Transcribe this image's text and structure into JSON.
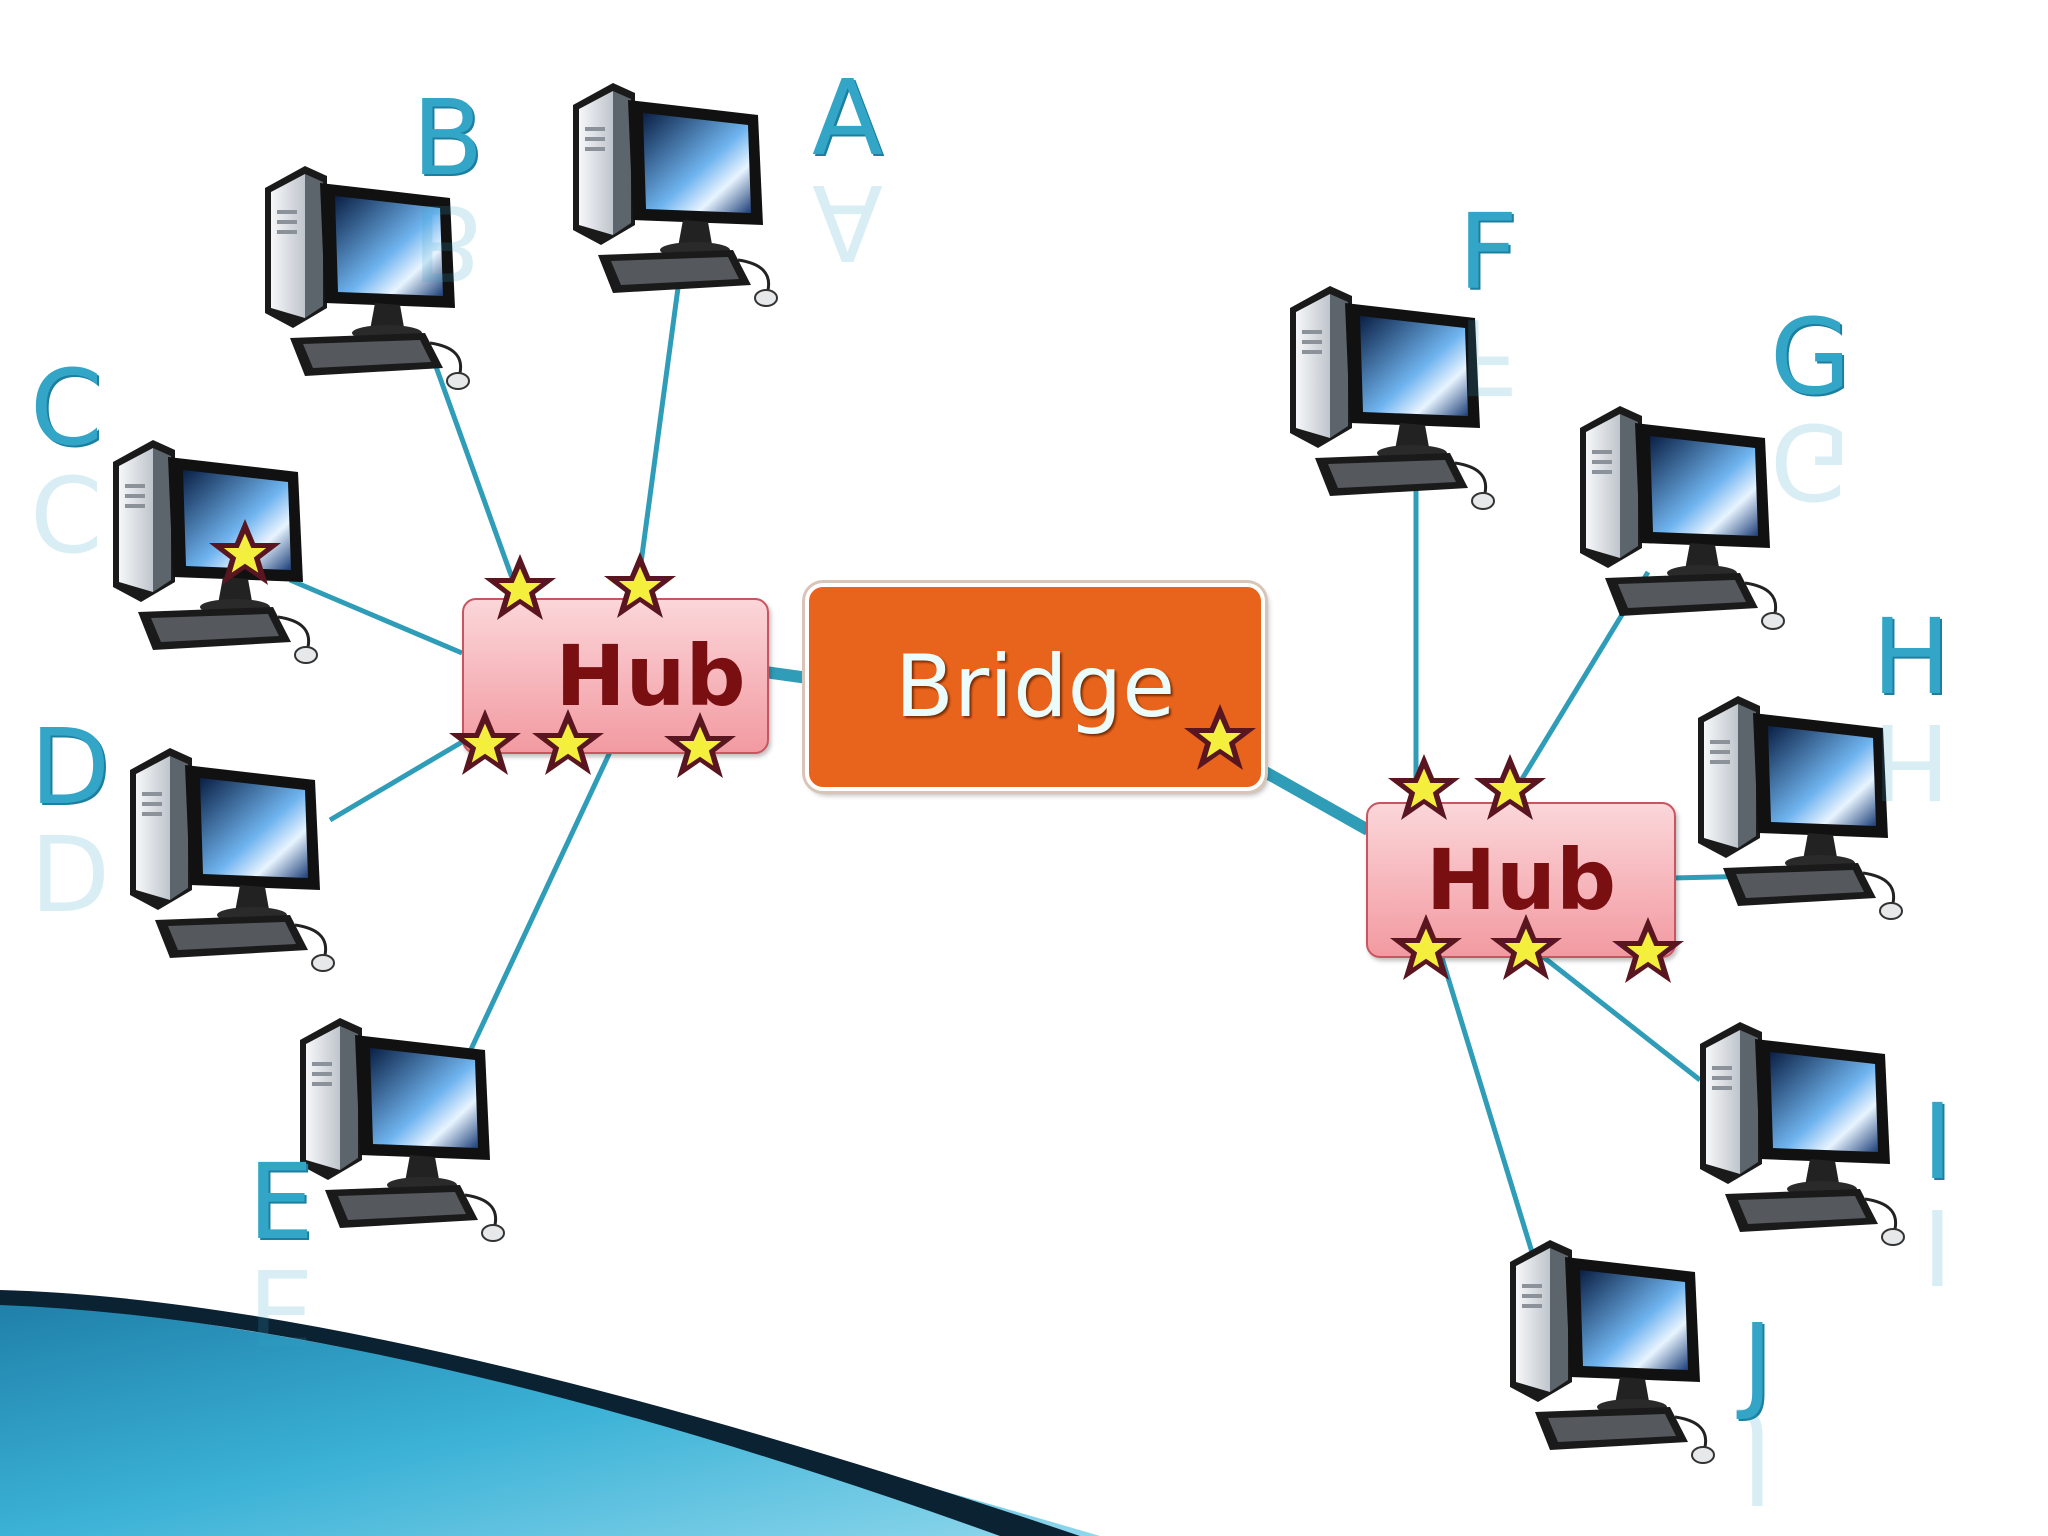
{
  "labels": {
    "bridge": "Bridge",
    "left_hub": "Hub",
    "right_hub": "Hub",
    "computers": [
      "A",
      "B",
      "C",
      "D",
      "E",
      "F",
      "G",
      "H",
      "I",
      "J"
    ]
  },
  "colors": {
    "link": "#2f9db8",
    "hub_fill": "#f6b4ba",
    "hub_text": "#7a0f12",
    "bridge_fill": "#e8641c",
    "bridge_text": "#eafcfb",
    "letter": "#33a6c8",
    "star_fill": "#f4ee3c",
    "star_edge": "#5a1620"
  }
}
